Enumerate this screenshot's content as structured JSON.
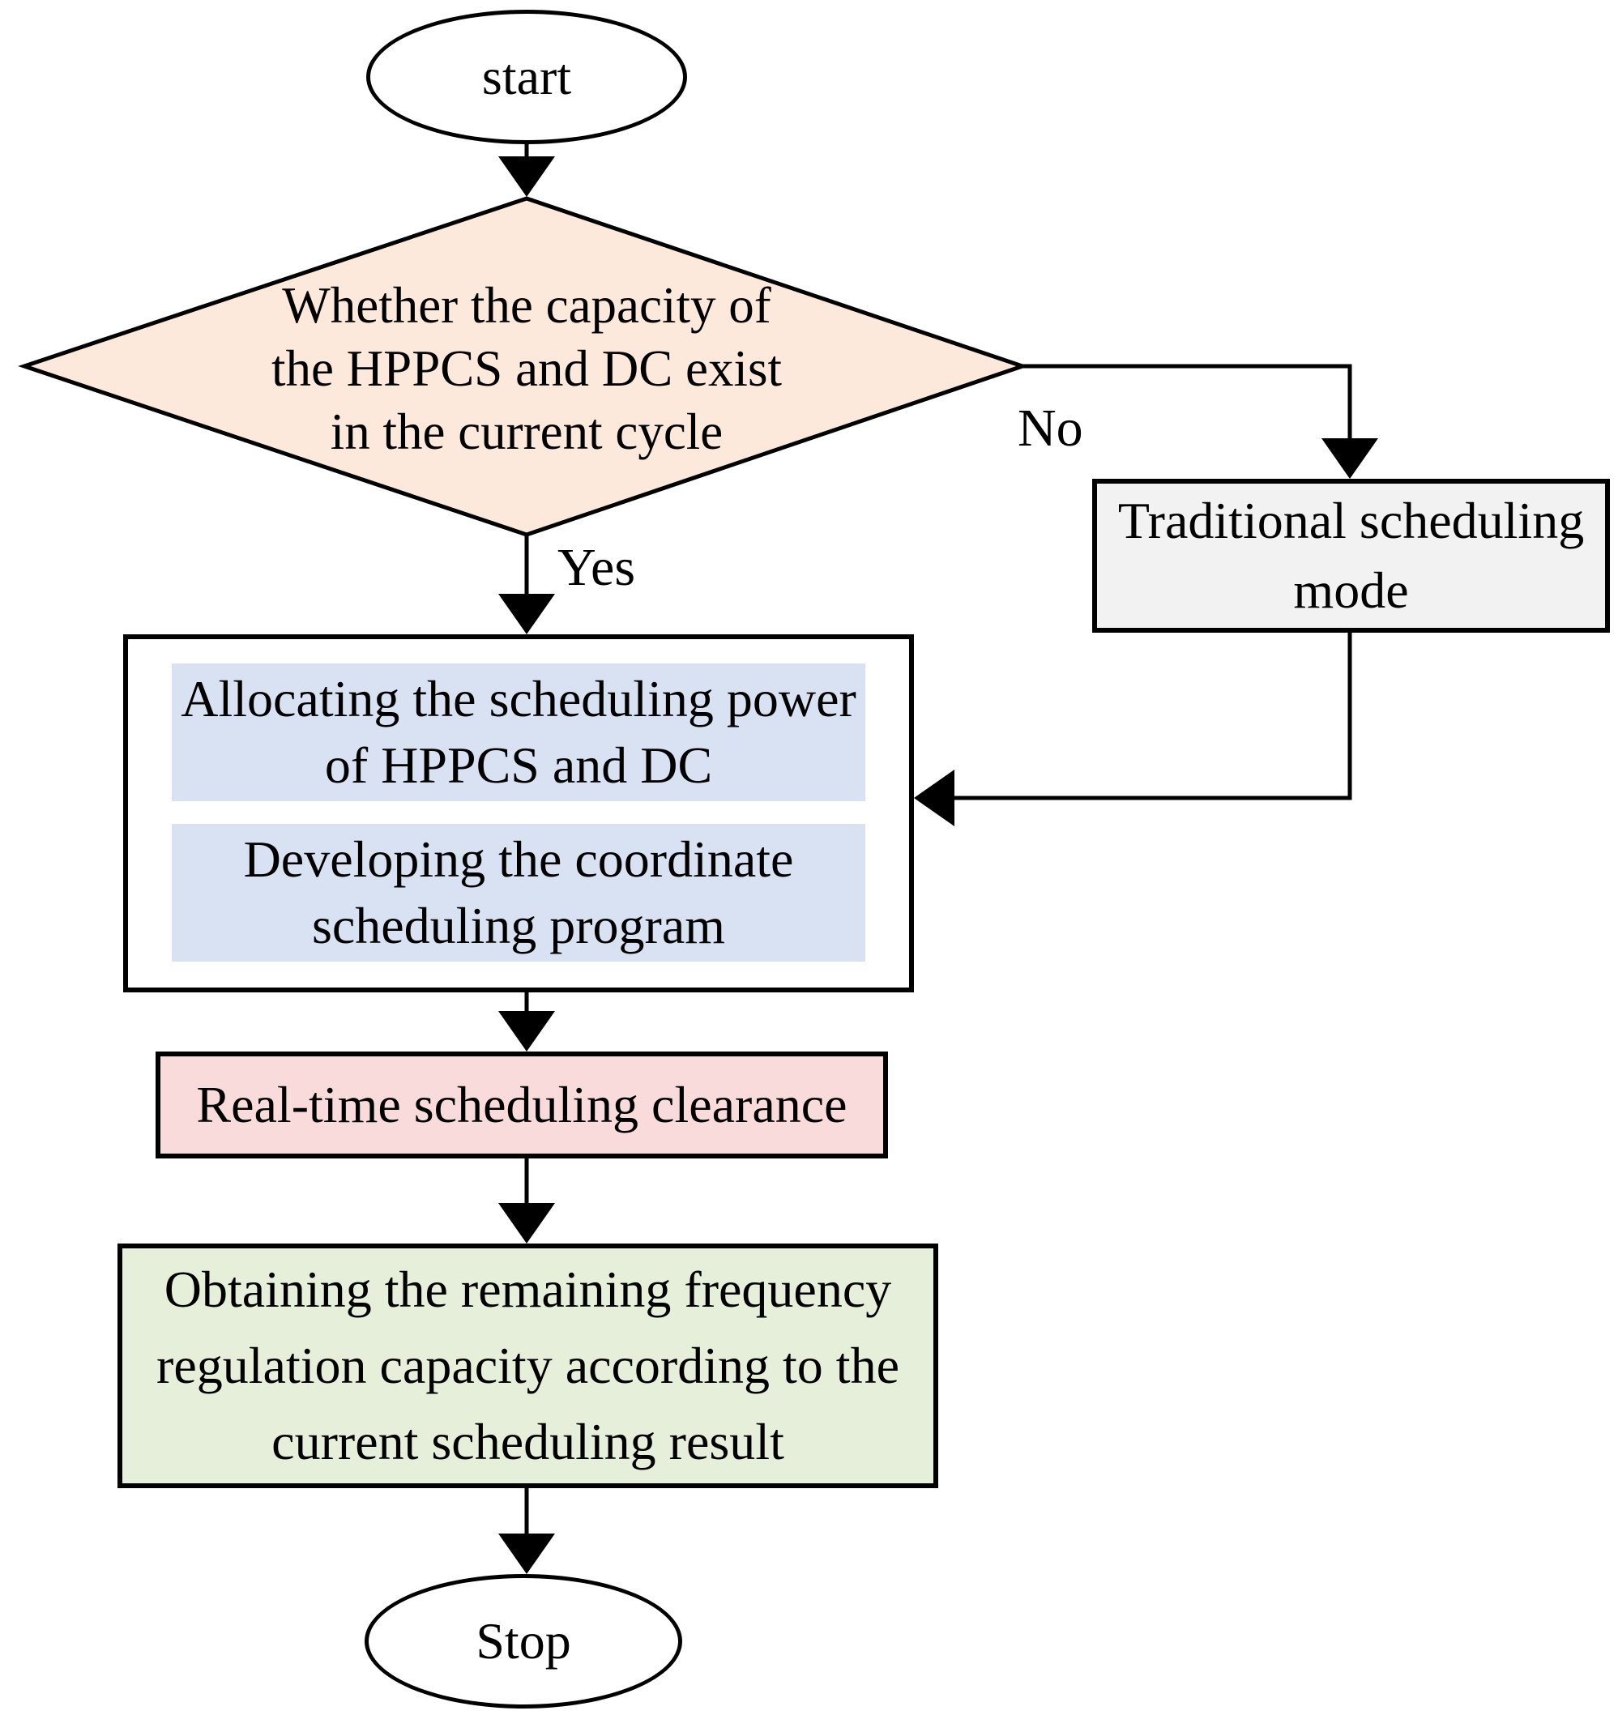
{
  "flowchart": {
    "start": {
      "label": "start"
    },
    "decision": {
      "lines": [
        "Whether the capacity of",
        "the HPPCS and DC exist",
        "in the current cycle"
      ]
    },
    "branch_labels": {
      "yes": "Yes",
      "no": "No"
    },
    "traditional": {
      "lines": [
        "Traditional scheduling",
        "mode"
      ]
    },
    "allocating": {
      "lines": [
        "Allocating the scheduling power",
        "of HPPCS and DC"
      ]
    },
    "developing": {
      "lines": [
        "Developing the coordinate",
        "scheduling program"
      ]
    },
    "clearance": {
      "label": "Real-time scheduling clearance"
    },
    "obtaining": {
      "lines": [
        "Obtaining the remaining frequency",
        "regulation capacity  according to the",
        "current scheduling result"
      ]
    },
    "stop": {
      "label": "Stop"
    },
    "colors": {
      "decision_fill": "#FCE9DC",
      "inner_process_fill": "#D9E2F3",
      "clearance_fill": "#F8DBDA",
      "obtaining_fill": "#E6EFD9",
      "traditional_fill": "#F2F2F2",
      "line_stroke": "#000000"
    }
  }
}
